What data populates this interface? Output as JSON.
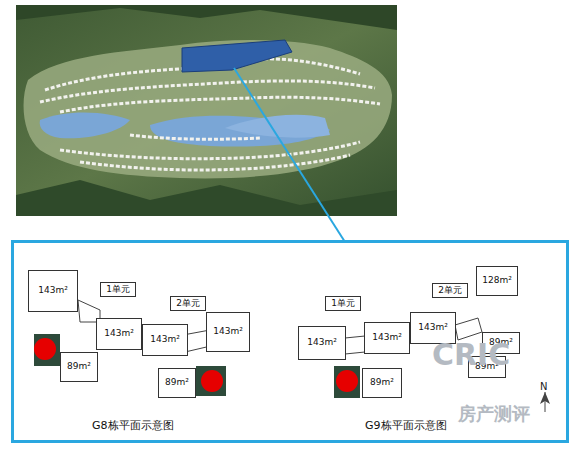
{
  "diagram": {
    "nodes": [
      {
        "text": [
          "1单元"
        ]
      },
      {
        "text": [
          "2单元"
        ]
      },
      {
        "text": [
          "143m²"
        ]
      },
      {
        "text": [
          "143m²"
        ]
      },
      {
        "text": [
          "143m²"
        ]
      },
      {
        "text": [
          "143m²"
        ]
      },
      {
        "text": [
          "89m²"
        ]
      },
      {
        "text": [
          "89m²"
        ]
      },
      {
        "text": [
          "1单元"
        ]
      },
      {
        "text": [
          "2单元"
        ]
      },
      {
        "text": [
          "143m²"
        ]
      },
      {
        "text": [
          "143m²"
        ]
      },
      {
        "text": [
          "143m²"
        ]
      },
      {
        "text": [
          "128m²"
        ]
      },
      {
        "text": [
          "89m²"
        ]
      },
      {
        "text": [
          "89m²"
        ]
      },
      {
        "text": [
          "89m²"
        ]
      }
    ],
    "labels": [
      "G8栋平面示意图",
      "G9栋平面示意图",
      "CRIC",
      "房产测评",
      "N"
    ]
  }
}
